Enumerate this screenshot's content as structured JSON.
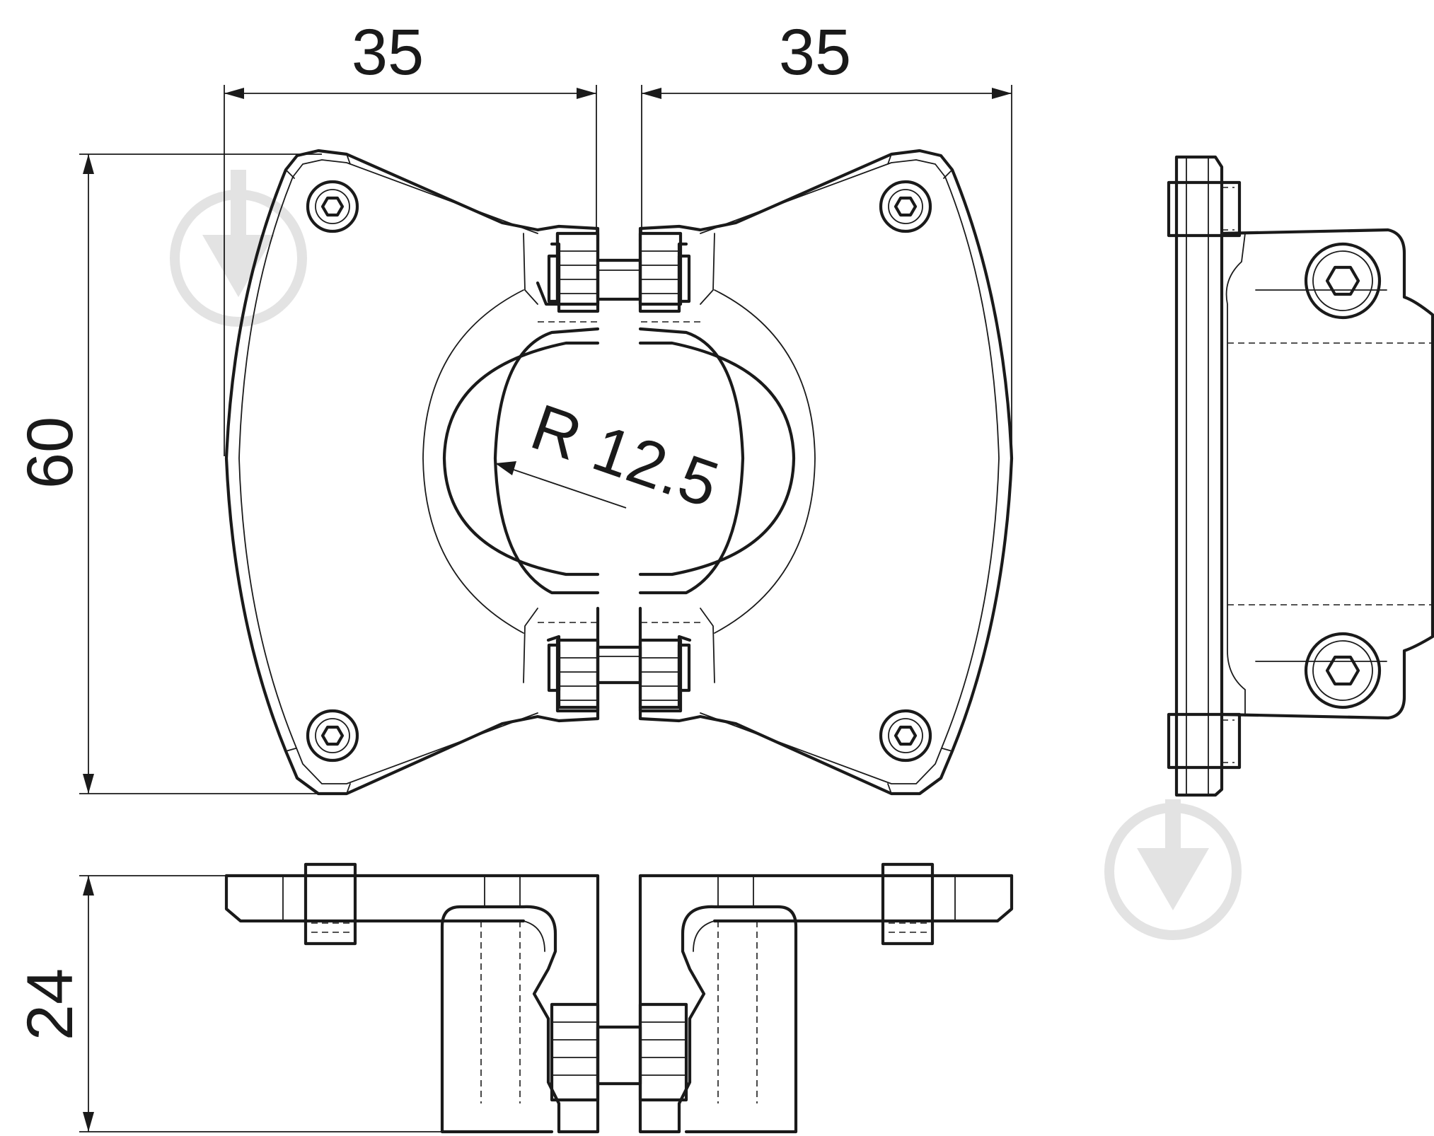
{
  "dimensions": {
    "left_width": "35",
    "right_width": "35",
    "height": "60",
    "depth": "24",
    "radius": "R 12.5"
  },
  "colors": {
    "line": "#1a1a1a",
    "watermark": "#e3e3e3",
    "background": "#ffffff"
  },
  "icons": [
    "watermark-download-icon",
    "hex-socket-screw-icon"
  ]
}
